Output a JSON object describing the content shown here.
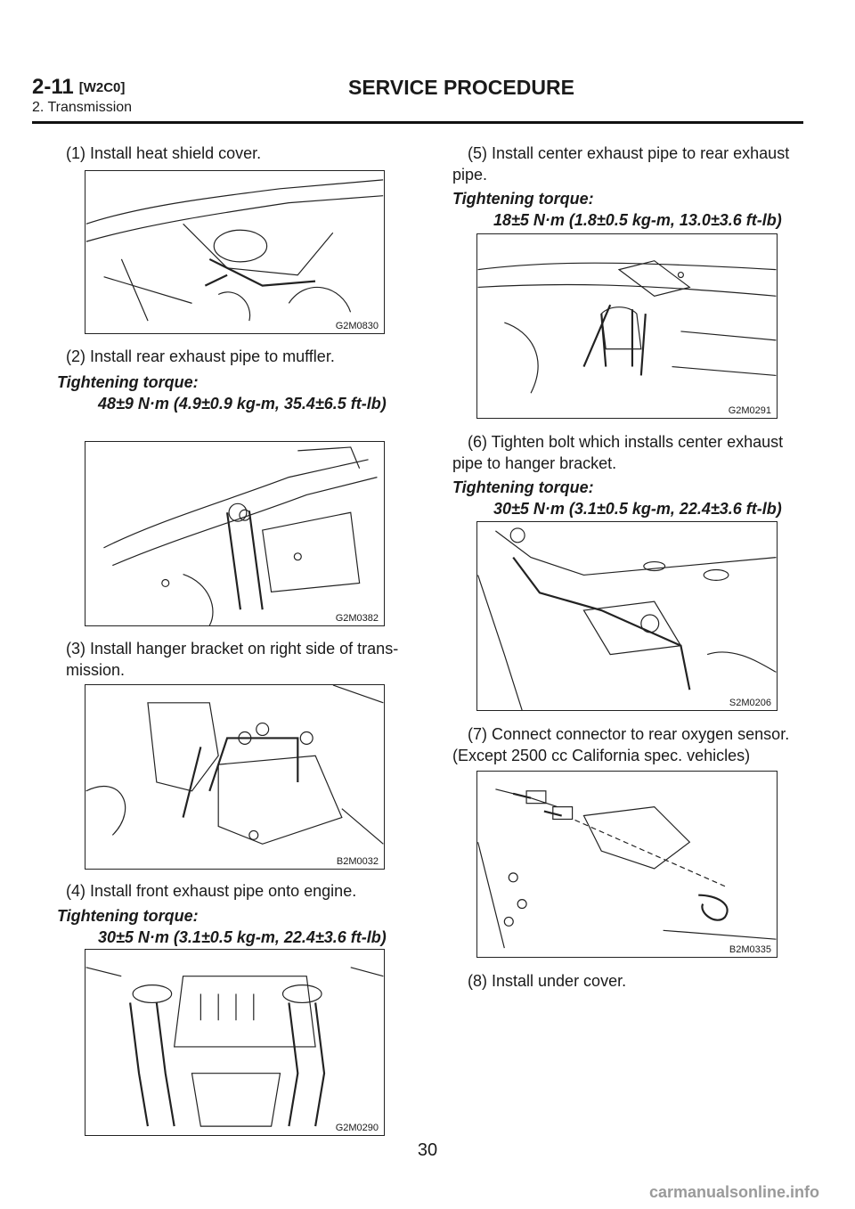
{
  "header": {
    "section_code": "2-11",
    "section_ref": "[W2C0]",
    "title": "SERVICE PROCEDURE",
    "subtitle": "2. Transmission"
  },
  "left_column": {
    "step1": "(1) Install heat shield cover.",
    "fig1_caption": "G2M0830",
    "step2": "(2) Install rear exhaust pipe to muffler.",
    "torque2_label": "Tightening torque:",
    "torque2_value": "48±9 N·m (4.9±0.9 kg-m, 35.4±6.5 ft-lb)",
    "fig2_caption": "G2M0382",
    "step3_line1": "(3) Install hanger bracket on right side of trans-",
    "step3_line2": "mission.",
    "fig3_caption": "B2M0032",
    "step4": "(4) Install front exhaust pipe onto engine.",
    "torque4_label": "Tightening torque:",
    "torque4_value": "30±5 N·m (3.1±0.5 kg-m, 22.4±3.6 ft-lb)",
    "fig4_caption": "G2M0290"
  },
  "right_column": {
    "step5_line1": "(5) Install center exhaust pipe to rear exhaust",
    "step5_line2": "pipe.",
    "torque5_label": "Tightening torque:",
    "torque5_value": "18±5 N·m (1.8±0.5 kg-m, 13.0±3.6 ft-lb)",
    "fig5_caption": "G2M0291",
    "step6_line1": "(6) Tighten bolt which installs center exhaust",
    "step6_line2": "pipe to hanger bracket.",
    "torque6_label": "Tightening torque:",
    "torque6_value": "30±5 N·m (3.1±0.5 kg-m, 22.4±3.6 ft-lb)",
    "fig6_caption": "S2M0206",
    "step7_line1": "(7) Connect connector to rear oxygen sensor.",
    "step7_line2": "(Except 2500 cc California spec. vehicles)",
    "fig7_caption": "B2M0335",
    "step8": "(8) Install under cover."
  },
  "footer": {
    "page_number": "30",
    "watermark": "carmanualsonline.info"
  }
}
